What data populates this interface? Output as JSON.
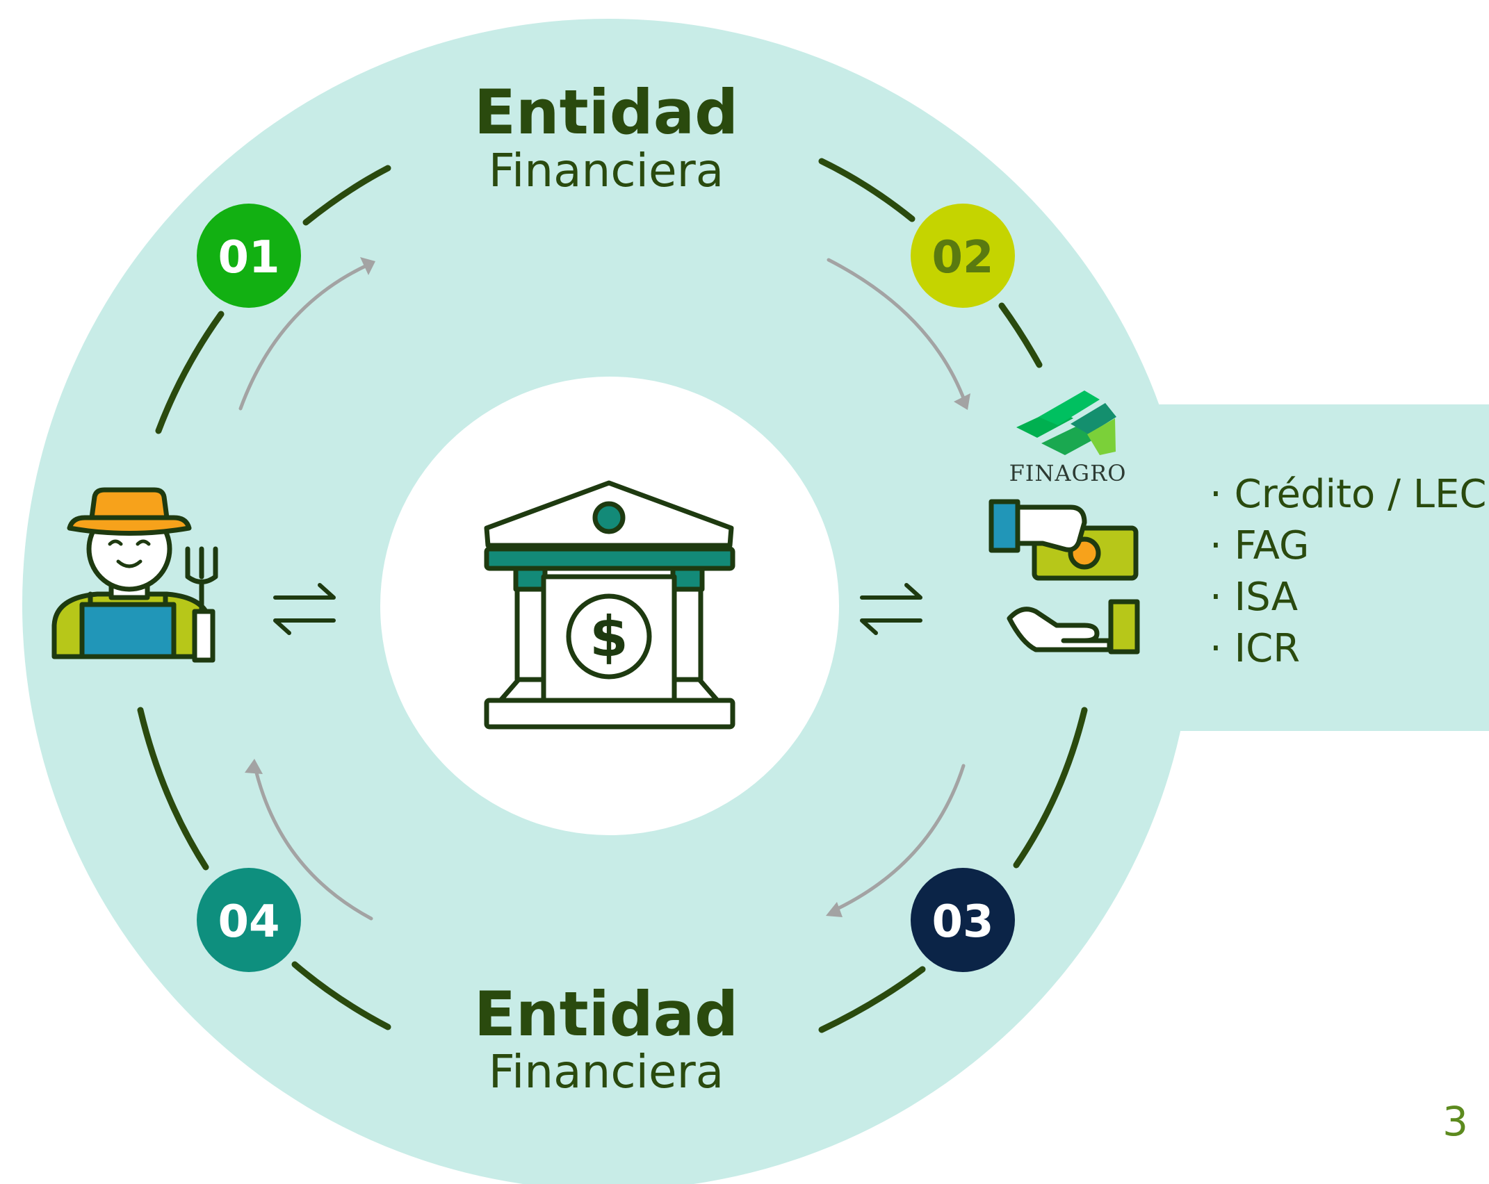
{
  "top_label": {
    "strong": "Entidad",
    "light": "Financiera"
  },
  "bottom_label": {
    "strong": "Entidad",
    "light": "Financiera"
  },
  "steps": [
    {
      "number": "01",
      "color": "#12b012",
      "text_color": "#ffffff"
    },
    {
      "number": "02",
      "color": "#c5d400",
      "text_color": "#5a7a10"
    },
    {
      "number": "03",
      "color": "#0b2447",
      "text_color": "#ffffff"
    },
    {
      "number": "04",
      "color": "#0e8f7e",
      "text_color": "#ffffff"
    }
  ],
  "finagro": {
    "name": "FINAGRO"
  },
  "programs": [
    "Crédito / LEC",
    "FAG",
    "ISA",
    "ICR"
  ],
  "page_number": "3",
  "icons": {
    "center": "bank-dollar-icon",
    "left": "farmer-icon",
    "right": "money-exchange-hands-icon",
    "left_arrows": "swap-arrows-icon",
    "right_arrows": "swap-arrows-icon"
  },
  "colors": {
    "ring_fill": "#c8ece7",
    "dark_green": "#2a4a0e",
    "arrow_gray": "#a3a3a3",
    "teal": "#138a78"
  }
}
